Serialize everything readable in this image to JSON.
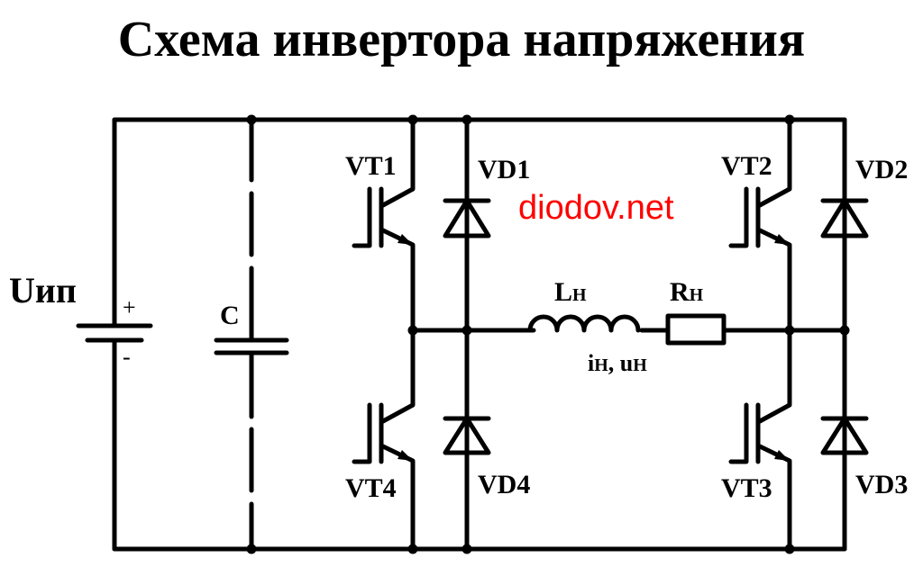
{
  "title": "Схема инвертора напряжения",
  "watermark": "diodov.net",
  "labels": {
    "source": "Uип",
    "plus": "+",
    "minus": "-",
    "capacitor": "C",
    "vt1": "VT1",
    "vt2": "VT2",
    "vt3": "VT3",
    "vt4": "VT4",
    "vd1": "VD1",
    "vd2": "VD2",
    "vd3": "VD3",
    "vd4": "VD4",
    "inductor_main": "L",
    "inductor_sub": "Н",
    "resistor_main": "R",
    "resistor_sub": "Н",
    "current_main": "i",
    "current_sub": "Н",
    "sep": ", ",
    "voltage_main": "u",
    "voltage_sub": "Н"
  },
  "colors": {
    "wire": "#000000",
    "watermark": "#ff0000"
  }
}
